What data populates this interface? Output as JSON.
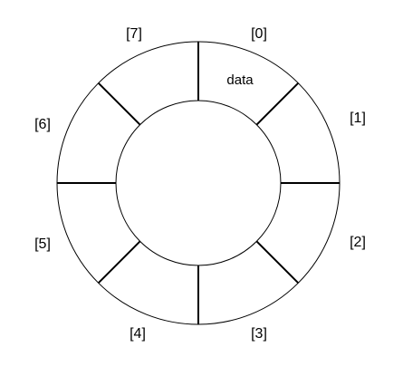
{
  "diagram": {
    "type": "circular-buffer",
    "slot_count": 8,
    "slot_labels": [
      "[0]",
      "[1]",
      "[2]",
      "[3]",
      "[4]",
      "[5]",
      "[6]",
      "[7]"
    ],
    "filled_slot_text": "data",
    "filled_slot_index": 0,
    "stroke_color": "#000000",
    "background_color": "#ffffff"
  }
}
